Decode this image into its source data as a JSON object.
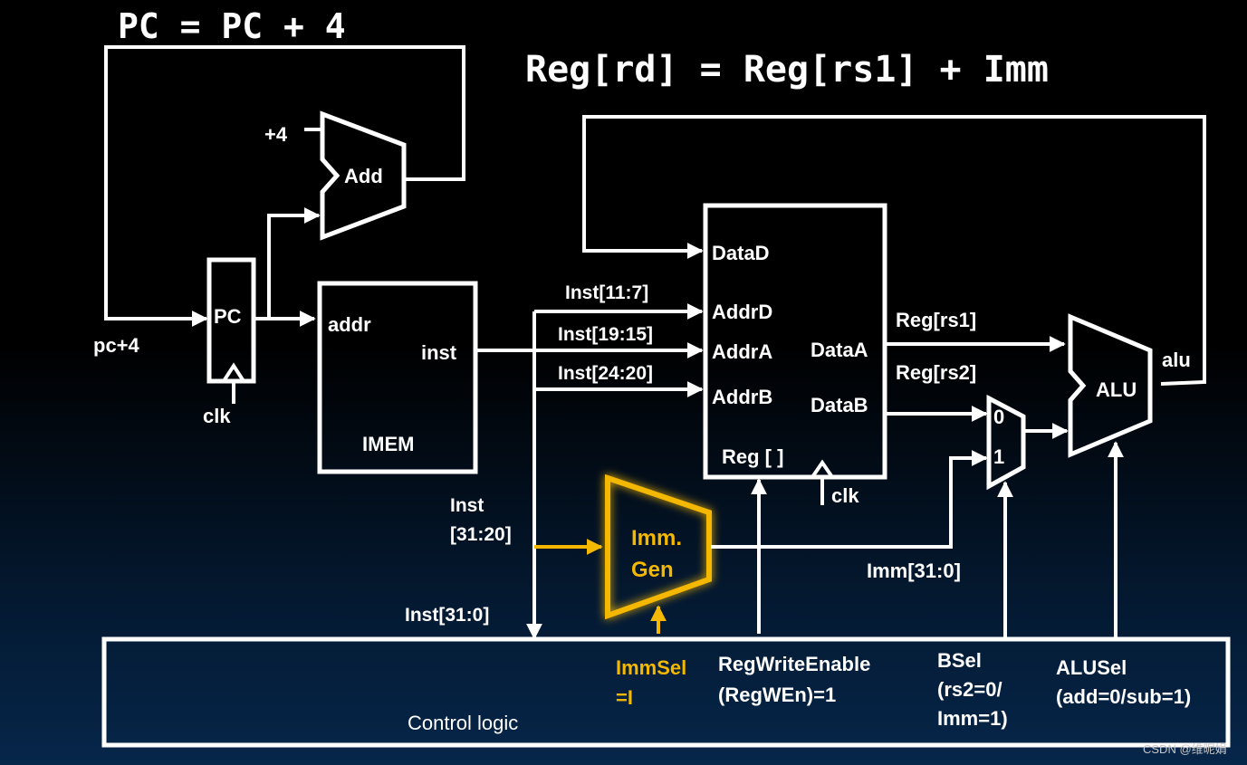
{
  "headings": {
    "pc_eq": "PC = PC + 4",
    "reg_eq": "Reg[rd] = Reg[rs1] + Imm"
  },
  "pc_block": {
    "adder_input": "+4",
    "adder_label": "Add",
    "pc_label": "PC",
    "pc_plus4": "pc+4",
    "clk": "clk"
  },
  "imem": {
    "addr": "addr",
    "inst": "inst",
    "title": "IMEM"
  },
  "inst_fields": {
    "rd": "Inst[11:7]",
    "rs1": "Inst[19:15]",
    "rs2": "Inst[24:20]",
    "imm_line1": "Inst",
    "imm_line2": "[31:20]",
    "full": "Inst[31:0]"
  },
  "regfile": {
    "datad": "DataD",
    "addrd": "AddrD",
    "addra": "AddrA",
    "addrb": "AddrB",
    "dataa": "DataA",
    "datab": "DataB",
    "title": "Reg [ ]",
    "clk": "clk"
  },
  "wires": {
    "reg_rs1": "Reg[rs1]",
    "reg_rs2": "Reg[rs2]",
    "imm": "Imm[31:0]",
    "alu_out": "alu"
  },
  "mux": {
    "in0": "0",
    "in1": "1"
  },
  "alu": {
    "label": "ALU"
  },
  "immgen": {
    "line1": "Imm.",
    "line2": "Gen"
  },
  "control": {
    "title": "Control logic",
    "immsel_1": "ImmSel",
    "immsel_2": "=I",
    "regwen_1": "RegWriteEnable",
    "regwen_2": "(RegWEn)=1",
    "bsel_1": "BSel",
    "bsel_2": "(rs2=0/",
    "bsel_3": "Imm=1)",
    "alusel_1": "ALUSel",
    "alusel_2": "(add=0/sub=1)"
  },
  "watermark": "CSDN @维昵娟",
  "colors": {
    "highlight": "#f5b800",
    "wire": "#ffffff"
  }
}
